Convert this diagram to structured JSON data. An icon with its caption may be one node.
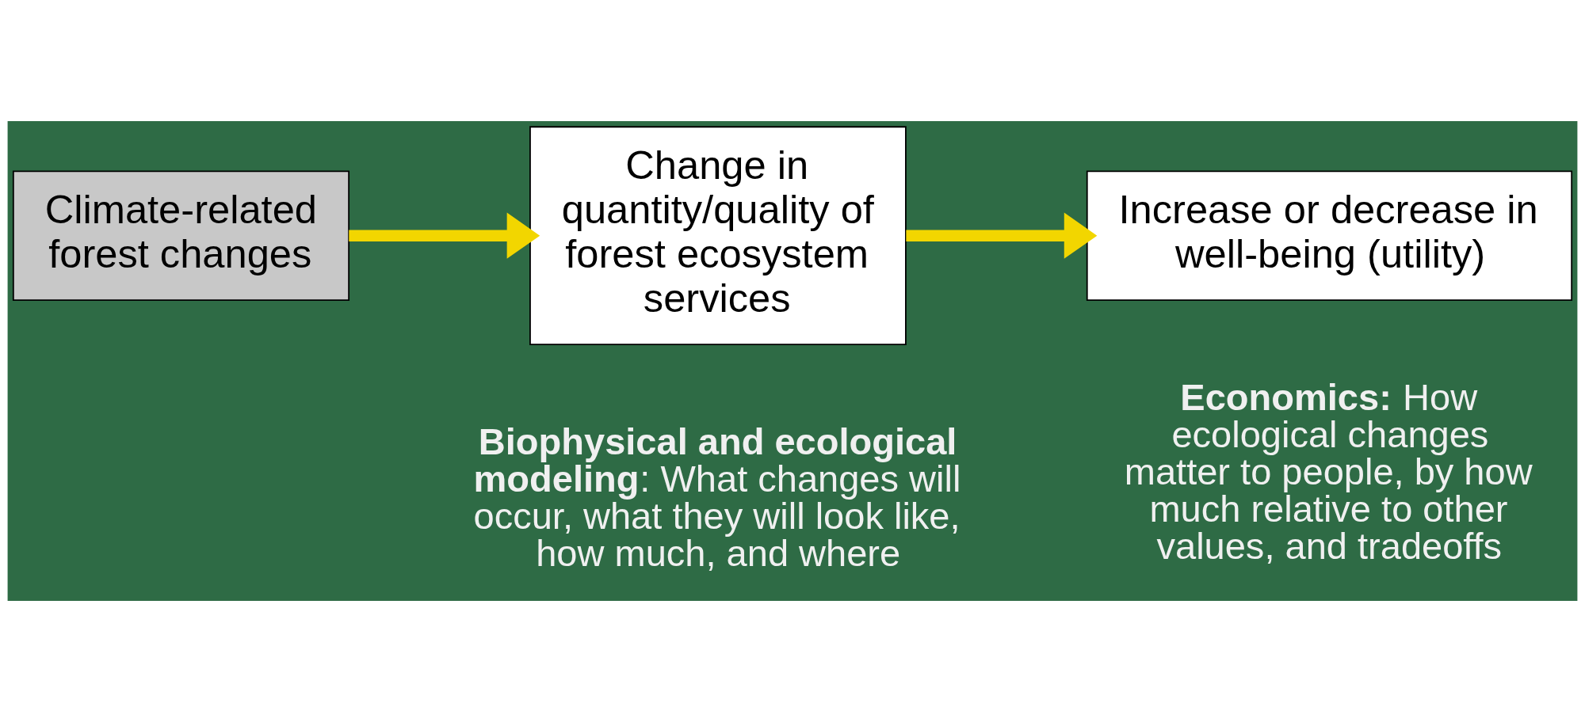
{
  "diagram": {
    "nodes": [
      {
        "text": [
          "Climate-related forest changes"
        ]
      },
      {
        "text": [
          "Change in quantity/quality of forest ecosystem services"
        ]
      },
      {
        "text": [
          "Increase or decrease in well-being (utility)"
        ]
      }
    ],
    "edges": [
      {
        "from": 0,
        "to": 1,
        "arrow": "to"
      },
      {
        "from": 1,
        "to": 2,
        "arrow": "to"
      }
    ],
    "labels": [
      "**Biophysical and ecological modeling**: What changes will occur, what they will look like, how much, and where",
      "**Economics:** How ecological changes matter to people, by how much relative to other values, and tradeoffs"
    ]
  }
}
